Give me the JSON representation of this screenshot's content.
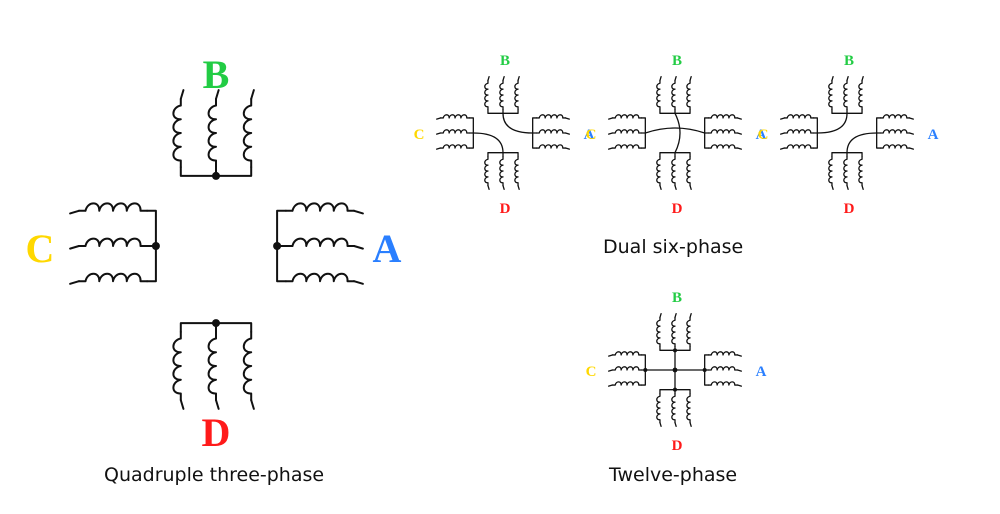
{
  "phase_labels": {
    "A": "A",
    "B": "B",
    "C": "C",
    "D": "D"
  },
  "phase_colors": {
    "A": "#2a7fff",
    "B": "#22cc44",
    "C": "#ffd800",
    "D": "#ff1a1a"
  },
  "captions": {
    "quadruple": "Quadruple three-phase",
    "dual": "Dual six-phase",
    "twelve": "Twelve-phase"
  }
}
